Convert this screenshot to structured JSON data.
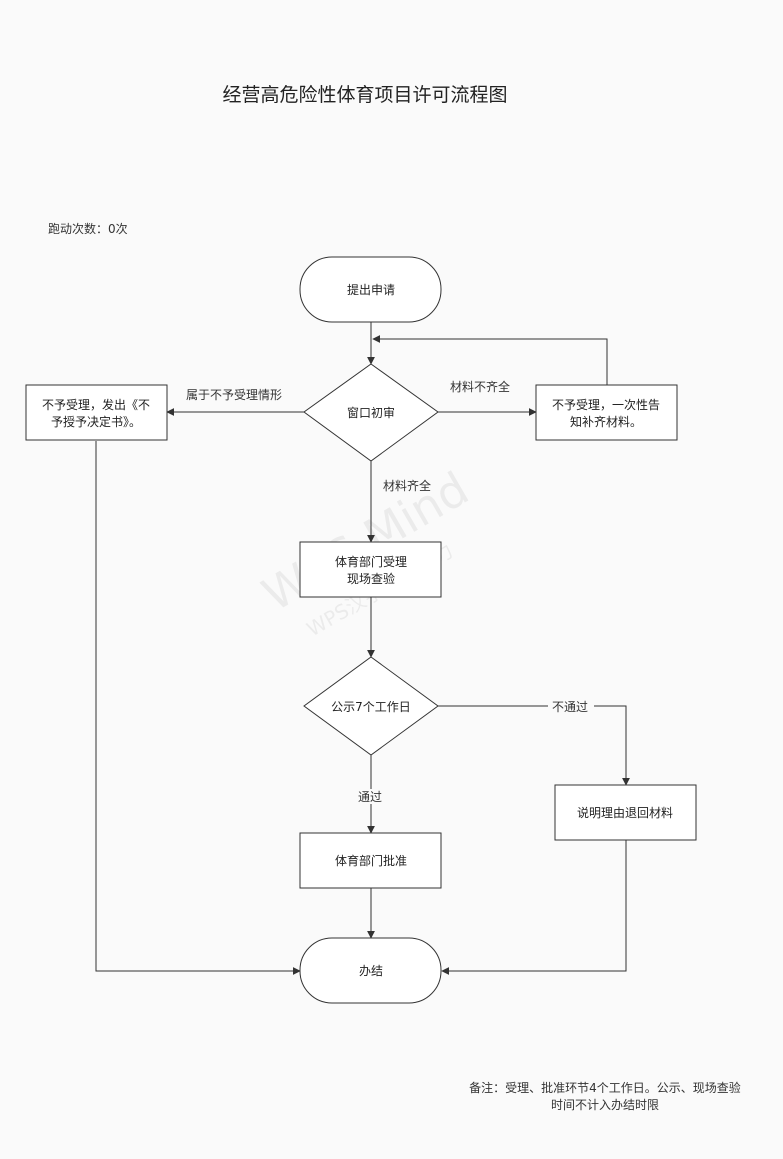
{
  "title": "经营高危险性体育项目许可流程图",
  "runs_label": "跑动次数：0次",
  "watermark": {
    "brand": "WPS Mind",
    "sub": "WPS汉字自主能力"
  },
  "nodes": {
    "start": "提出申请",
    "window_review": "窗口初审",
    "reject_line1": "不予受理，发出《不",
    "reject_line2": "予授予决定书》。",
    "notify_line1": "不予受理，一次性告",
    "notify_line2": "知补齐材料。",
    "accept_line1": "体育部门受理",
    "accept_line2": "现场查验",
    "publicity": "公示7个工作日",
    "return": "说明理由退回材料",
    "approve": "体育部门批准",
    "end": "办结"
  },
  "edges": {
    "to_reject": "属于不予受理情形",
    "to_notify": "材料不齐全",
    "to_accept": "材料齐全",
    "not_pass": "不通过",
    "pass": "通过"
  },
  "note_line1": "备注：受理、批准环节4个工作日。公示、现场查验",
  "note_line2": "时间不计入办结时限"
}
